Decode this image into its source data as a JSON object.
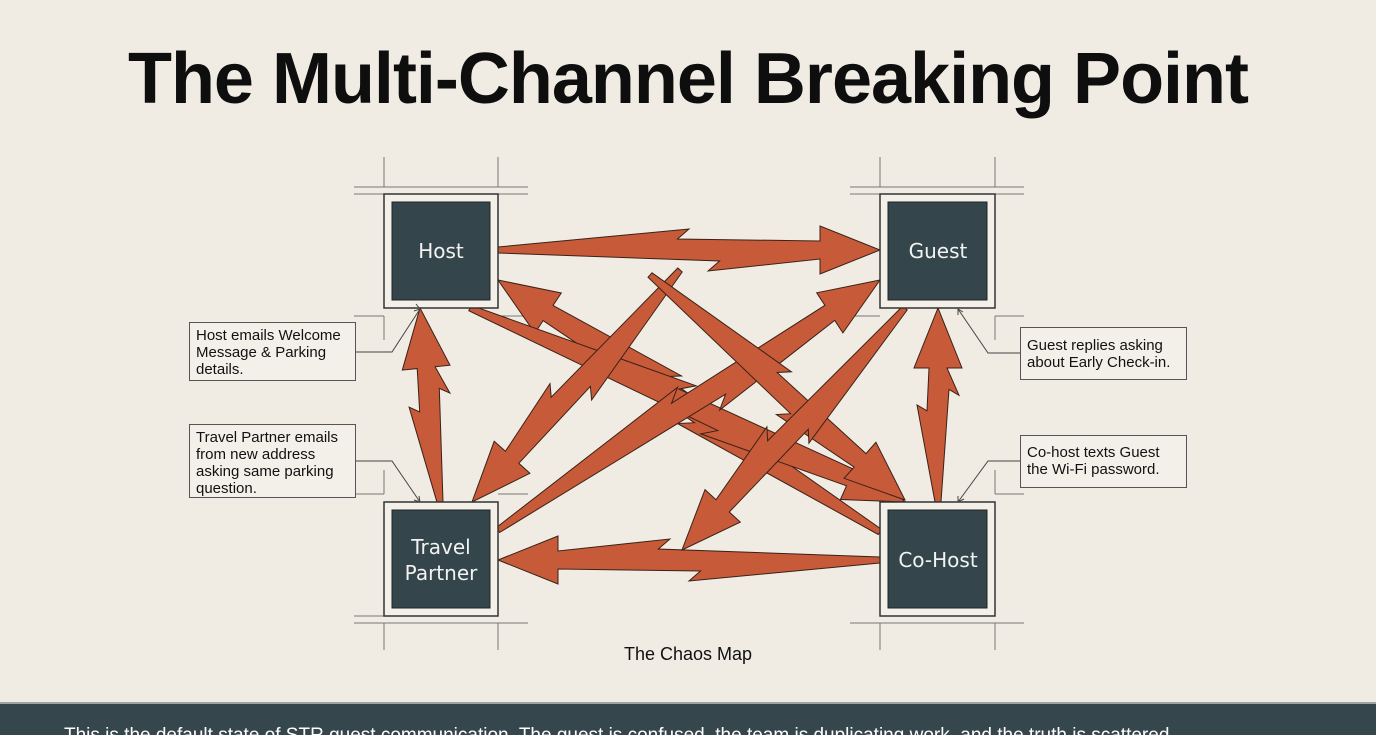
{
  "title": "The Multi-Channel Breaking Point",
  "colors": {
    "background": "#f0ece3",
    "node": "#34464c",
    "arrow": "#c75a39",
    "footer": "#35474d"
  },
  "nodes": {
    "host": "Host",
    "guest": "Guest",
    "travel_partner_line1": "Travel",
    "travel_partner_line2": "Partner",
    "cohost": "Co-Host"
  },
  "annotations": {
    "host": "Host emails Welcome Message & Parking details.",
    "travel_partner": "Travel Partner emails from new address asking same parking question.",
    "guest": "Guest replies asking about Early Check-in.",
    "cohost": "Co-host texts Guest the Wi-Fi password."
  },
  "edges": [
    {
      "from": "Host",
      "to": "Guest"
    },
    {
      "from": "Co-Host",
      "to": "Travel Partner"
    },
    {
      "from": "Travel Partner",
      "to": "Host"
    },
    {
      "from": "Co-Host",
      "to": "Guest"
    },
    {
      "from": "Co-Host",
      "to": "Host"
    },
    {
      "from": "Host",
      "to": "Co-Host"
    },
    {
      "from": "Travel Partner",
      "to": "Guest"
    },
    {
      "from": "Guest",
      "to": "Travel Partner"
    },
    {
      "from": "Guest",
      "to": "Co-Host"
    },
    {
      "from": "Co-Host",
      "to": "Guest"
    }
  ],
  "caption": "The Chaos Map",
  "footer": "This is the default state of STR guest communication. The guest is confused, the team is duplicating work, and the truth is scattered."
}
